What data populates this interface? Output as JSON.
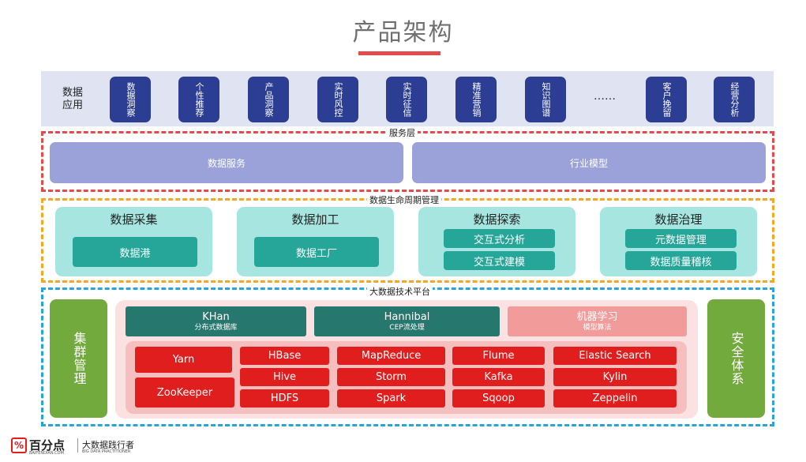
{
  "title": "产品架构",
  "colors": {
    "accent_red": "#e34b4b",
    "app_chip": "#2c3e93",
    "service_tile": "#9ba2d9",
    "lifecycle_card": "#a7e6e0",
    "lifecycle_btn": "#26a699",
    "platform_green": "#73aa3d",
    "teal_dark": "#26776e",
    "pink": "#f29b9b",
    "red_btn": "#e01e1e"
  },
  "applications": {
    "label": "数据\n应用",
    "items": [
      "数据洞察",
      "个性推荐",
      "产品洞察",
      "实时风控",
      "实时征信",
      "精准营销",
      "知识图谱",
      "客户挽留",
      "经营分析"
    ],
    "ellipsis": "……"
  },
  "service_layer": {
    "label": "服务层",
    "tiles": [
      "数据服务",
      "行业模型"
    ]
  },
  "lifecycle": {
    "label": "数据生命周期管理",
    "cards": [
      {
        "title": "数据采集",
        "items": [
          "数据港"
        ]
      },
      {
        "title": "数据加工",
        "items": [
          "数据工厂"
        ]
      },
      {
        "title": "数据探索",
        "items": [
          "交互式分析",
          "交互式建模"
        ]
      },
      {
        "title": "数据治理",
        "items": [
          "元数据管理",
          "数据质量稽核"
        ]
      }
    ]
  },
  "platform": {
    "label": "大数据技术平台",
    "left": "集群管理",
    "right": "安全体系",
    "top_tiles": [
      {
        "name": "KHan",
        "sub": "分布式数据库"
      },
      {
        "name": "Hannibal",
        "sub": "CEP流处理"
      },
      {
        "name": "机器学习",
        "sub": "模型算法"
      }
    ],
    "components": {
      "yarn": "Yarn",
      "zookeeper": "ZooKeeper",
      "col2": [
        "HBase",
        "Hive",
        "HDFS"
      ],
      "col3": [
        "MapReduce",
        "Storm",
        "Spark"
      ],
      "col4": [
        "Flume",
        "Kafka",
        "Sqoop"
      ],
      "col5": [
        "Elastic Search",
        "Kylin",
        "Zeppelin"
      ]
    }
  },
  "logo": {
    "mark": "%",
    "name": "百分点",
    "sub": "BAIFENDIAN.COM",
    "right": "大数据践行者",
    "right_sub": "BIG DATA PRACTITIONER"
  }
}
